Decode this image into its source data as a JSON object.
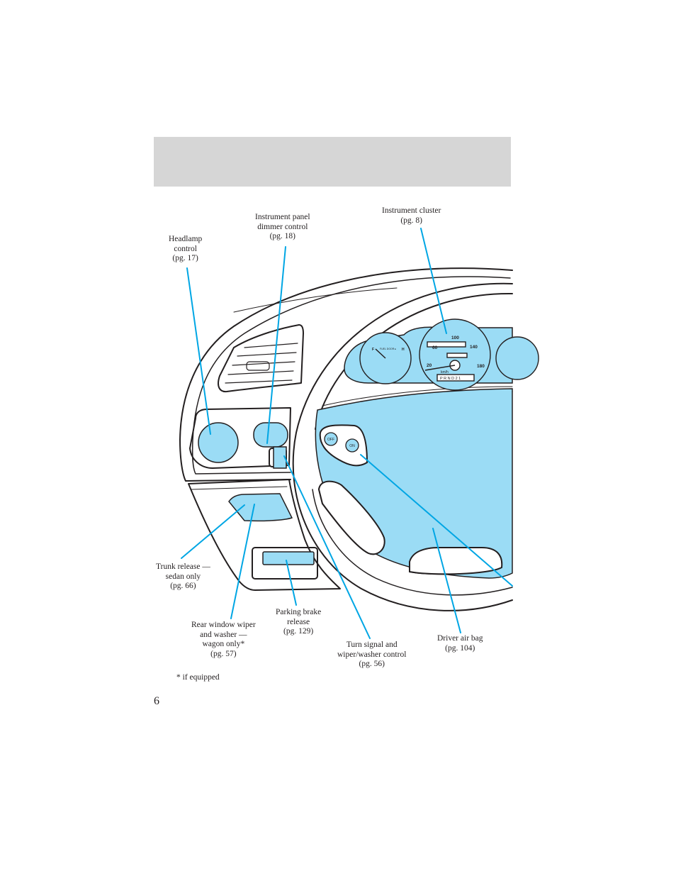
{
  "callouts": {
    "headlamp": {
      "line1": "Headlamp",
      "line2": "control",
      "line3": "(pg. 17)"
    },
    "dimmer": {
      "line1": "Instrument panel",
      "line2": "dimmer control",
      "line3": "(pg. 18)"
    },
    "cluster": {
      "line1": "Instrument cluster",
      "line2": "(pg. 8)"
    },
    "trunk": {
      "line1": "Trunk release —",
      "line2": "sedan only",
      "line3": "(pg. 66)"
    },
    "rear_wiper": {
      "line1": "Rear window wiper",
      "line2": "and washer —",
      "line3": "wagon only*",
      "line4": "(pg. 57)"
    },
    "parking_brake": {
      "line1": "Parking brake",
      "line2": "release",
      "line3": "(pg. 129)"
    },
    "turn_signal": {
      "line1": "Turn signal and",
      "line2": "wiper/washer control",
      "line3": "(pg. 56)"
    },
    "airbag": {
      "line1": "Driver air bag",
      "line2": "(pg. 104)"
    }
  },
  "gauges": {
    "speed_ticks": [
      "20",
      "60",
      "100",
      "140",
      "180"
    ],
    "unit": "km/h",
    "prnd": "P R N D 2 1",
    "fuel_empty": "F",
    "fuel_full": "H",
    "fuel_label": "FUEL DOOR ▸",
    "cruise_off": "OFF",
    "cruise_on": "ON"
  },
  "footnote": "* if equipped",
  "page_number": "6",
  "colors": {
    "highlight": "#9bdcf5",
    "callout_line": "#00a6e4",
    "header": "#d6d6d6"
  }
}
